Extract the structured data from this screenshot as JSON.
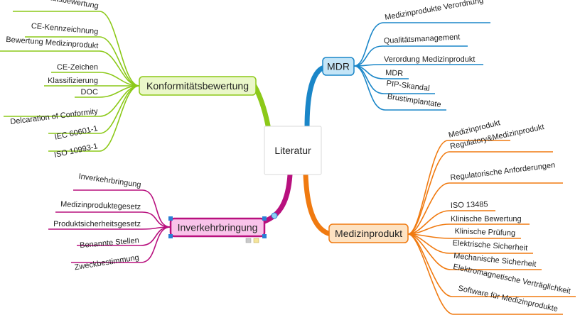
{
  "center": {
    "label": "Literatur"
  },
  "branches": [
    {
      "id": "konformitaet",
      "label": "Konformitätsbewertung",
      "color": "#8cc919",
      "fill": "#eaf7c9",
      "children": [
        "Konformitätsbewertung",
        "CE-Kennzeichnung",
        "Bewertung Medizinprodukt",
        "CE-Zeichen",
        "Klassifizierung",
        "DOC",
        "Delcaration of Conformity",
        "IEC 60601-1",
        "ISO 10993-1"
      ]
    },
    {
      "id": "mdr",
      "label": "MDR",
      "color": "#1a86c8",
      "fill": "#c4e5f7",
      "children": [
        "Medizinprodukte Verordnung",
        "Qualitätsmanagement",
        "Verordung Medizinprodukt",
        "MDR",
        "PIP-Skandal",
        "Brustimplantate"
      ]
    },
    {
      "id": "medizinprodukt",
      "label": "Medizinprodukt",
      "color": "#f07a10",
      "fill": "#fde2c2",
      "children": [
        "Medizinprodukt",
        "Regulatory&Medizinprodukt",
        "Regulatorische Anforderungen",
        "ISO 13485",
        "Klinische Bewertung",
        "Klinische Prüfung",
        "Elektrische Sicherheit",
        "Mechanische Sicherheit",
        "Elektromagnetische Verträglichkeit",
        "Software für Medizinprodukte"
      ]
    },
    {
      "id": "inverkehrbringung",
      "label": "Inverkehrbringung",
      "color": "#b8107e",
      "fill": "#f9c3ea",
      "selected": true,
      "children": [
        "Inverkehrbringung",
        "Medizinproduktegesetz",
        "Produktsicherheitsgesetz",
        "Benannte Stellen",
        "Zweckbestimmung"
      ]
    }
  ]
}
